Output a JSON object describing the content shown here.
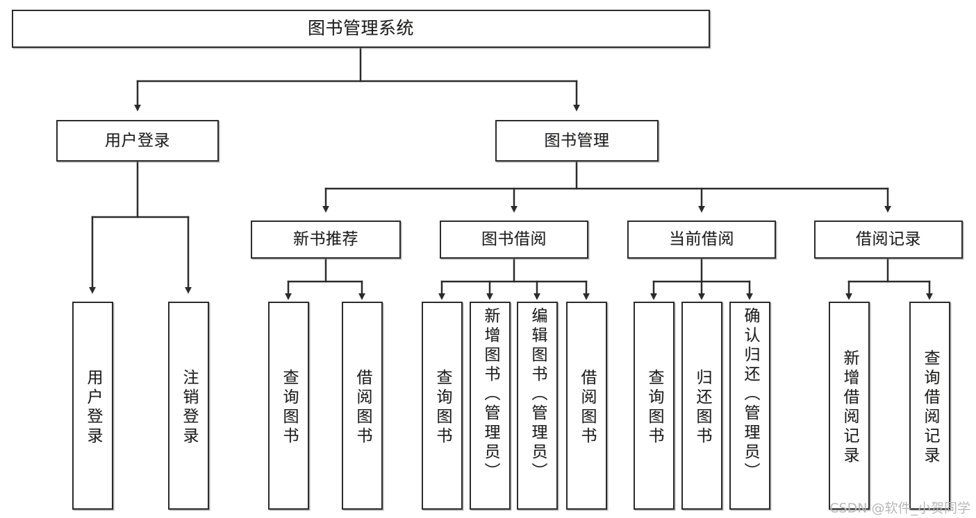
{
  "diagram": {
    "title": "图书管理系统",
    "type": "tree",
    "root": {
      "id": "root",
      "label": "图书管理系统"
    },
    "level2": [
      {
        "id": "user-login",
        "label": "用户登录"
      },
      {
        "id": "book-manage",
        "label": "图书管理"
      }
    ],
    "level3": [
      {
        "id": "new-book-rec",
        "label": "新书推荐",
        "parent": "book-manage"
      },
      {
        "id": "book-borrow",
        "label": "图书借阅",
        "parent": "book-manage"
      },
      {
        "id": "current-borrow",
        "label": "当前借阅",
        "parent": "book-manage"
      },
      {
        "id": "borrow-record",
        "label": "借阅记录",
        "parent": "book-manage"
      }
    ],
    "leaves": [
      {
        "id": "leaf-user-login",
        "label": "用户登录",
        "parent": "user-login"
      },
      {
        "id": "leaf-logout",
        "label": "注销登录",
        "parent": "user-login"
      },
      {
        "id": "leaf-query-book-1",
        "label": "查询图书",
        "parent": "new-book-rec"
      },
      {
        "id": "leaf-borrow-book-1",
        "label": "借阅图书",
        "parent": "new-book-rec"
      },
      {
        "id": "leaf-query-book-2",
        "label": "查询图书",
        "parent": "book-borrow"
      },
      {
        "id": "leaf-add-book",
        "label": "新增图书（管理员）",
        "parent": "book-borrow"
      },
      {
        "id": "leaf-edit-book",
        "label": "编辑图书（管理员）",
        "parent": "book-borrow"
      },
      {
        "id": "leaf-borrow-book-2",
        "label": "借阅图书",
        "parent": "book-borrow"
      },
      {
        "id": "leaf-query-book-3",
        "label": "查询图书",
        "parent": "current-borrow"
      },
      {
        "id": "leaf-return-book",
        "label": "归还图书",
        "parent": "current-borrow"
      },
      {
        "id": "leaf-confirm-return",
        "label": "确认归还（管理员）",
        "parent": "current-borrow"
      },
      {
        "id": "leaf-add-record",
        "label": "新增借阅记录",
        "parent": "borrow-record"
      },
      {
        "id": "leaf-query-record",
        "label": "查询借阅记录",
        "parent": "borrow-record"
      }
    ],
    "colors": {
      "stroke": "#2b2b2b",
      "fill": "#ffffff",
      "text": "#1d1d1d",
      "watermark": "#b8b8b8"
    }
  },
  "watermark": {
    "text": "CSDN @软件_小贺同学"
  }
}
